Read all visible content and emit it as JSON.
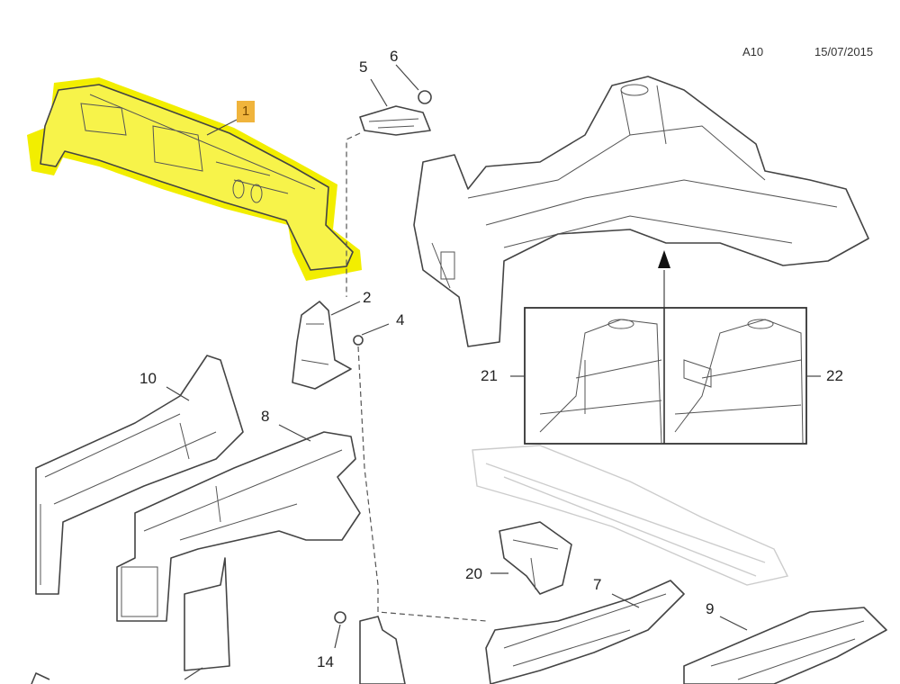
{
  "header": {
    "code": "A10",
    "date": "15/07/2015"
  },
  "colors": {
    "highlight": "#f2ee00",
    "callout_box": "#f0b43c",
    "line": "#444444"
  },
  "labels": {
    "p1": "1",
    "p2": "2",
    "p4": "4",
    "p5": "5",
    "p6": "6",
    "p7": "7",
    "p8": "8",
    "p9": "9",
    "p10": "10",
    "p14": "14",
    "p20": "20",
    "p21": "21",
    "p22": "22"
  }
}
